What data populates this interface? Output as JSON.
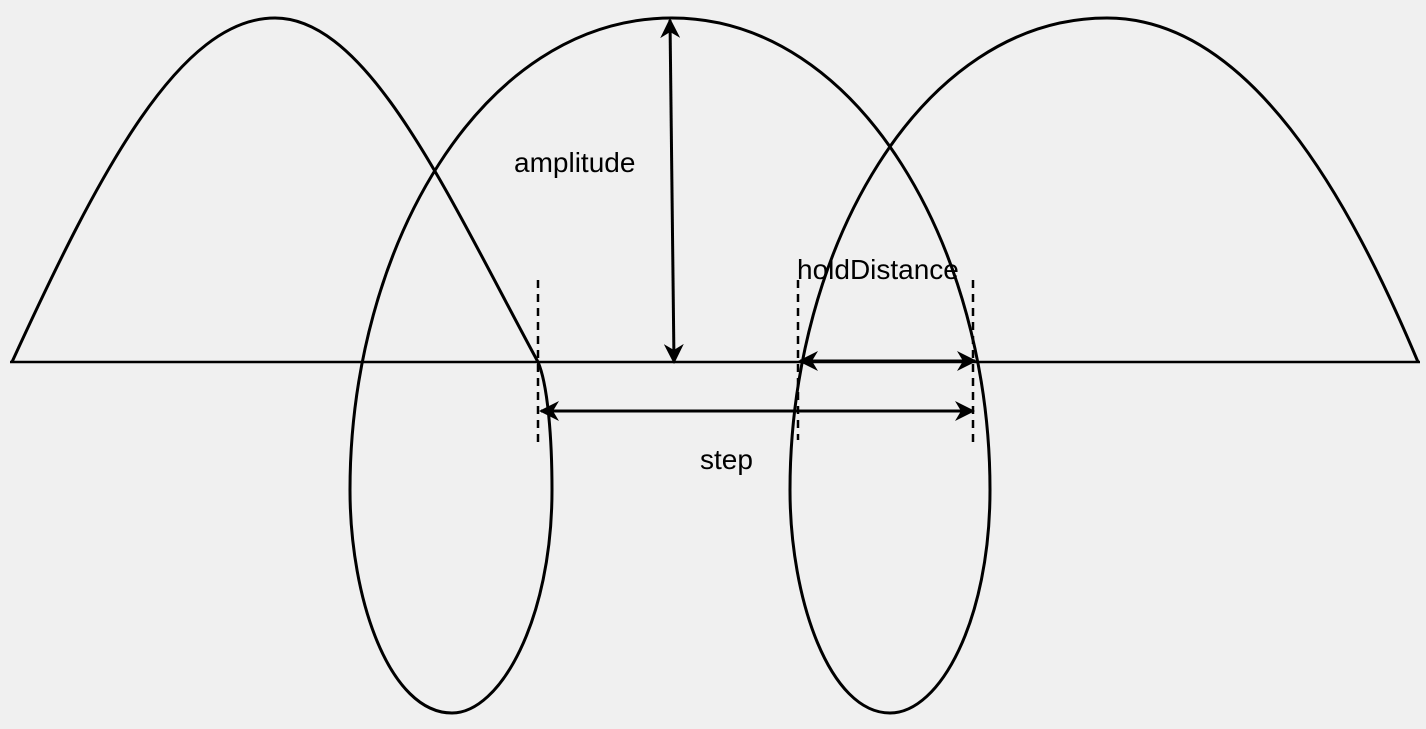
{
  "diagram": {
    "labels": {
      "amplitude": "amplitude",
      "hold_distance": "holdDistance",
      "step": "step"
    },
    "colors": {
      "background": "#f0f0f0",
      "stroke": "#000000"
    }
  }
}
